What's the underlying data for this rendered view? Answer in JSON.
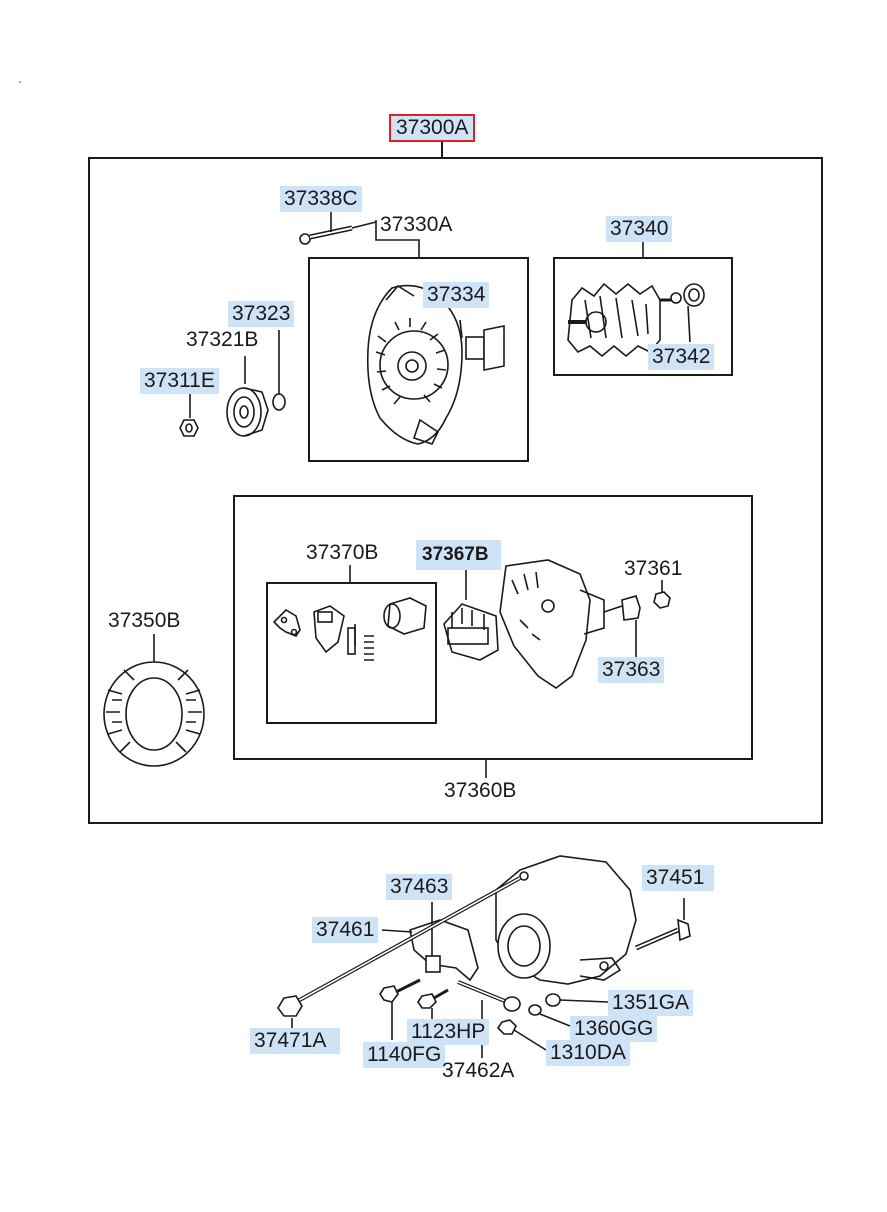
{
  "diagram": {
    "assembly_label": "37300A",
    "labels": {
      "p37338C": "37338C",
      "p37330A": "37330A",
      "p37334": "37334",
      "p37340": "37340",
      "p37342": "37342",
      "p37323": "37323",
      "p37321B": "37321B",
      "p37311E": "37311E",
      "p37370B": "37370B",
      "p37367B": "37367B",
      "p37361": "37361",
      "p37363": "37363",
      "p37350B": "37350B",
      "p37360B": "37360B",
      "p37463": "37463",
      "p37451": "37451",
      "p37461": "37461",
      "p1351GA": "1351GA",
      "p1360GG": "1360GG",
      "p1123HP": "1123HP",
      "p1310DA": "1310DA",
      "p37471A": "37471A",
      "p1140FG": "1140FG",
      "p37462A": "37462A"
    },
    "colors": {
      "highlight": "#cfe3f6",
      "selected_border": "#e02020",
      "line": "#1a1a1a"
    }
  }
}
